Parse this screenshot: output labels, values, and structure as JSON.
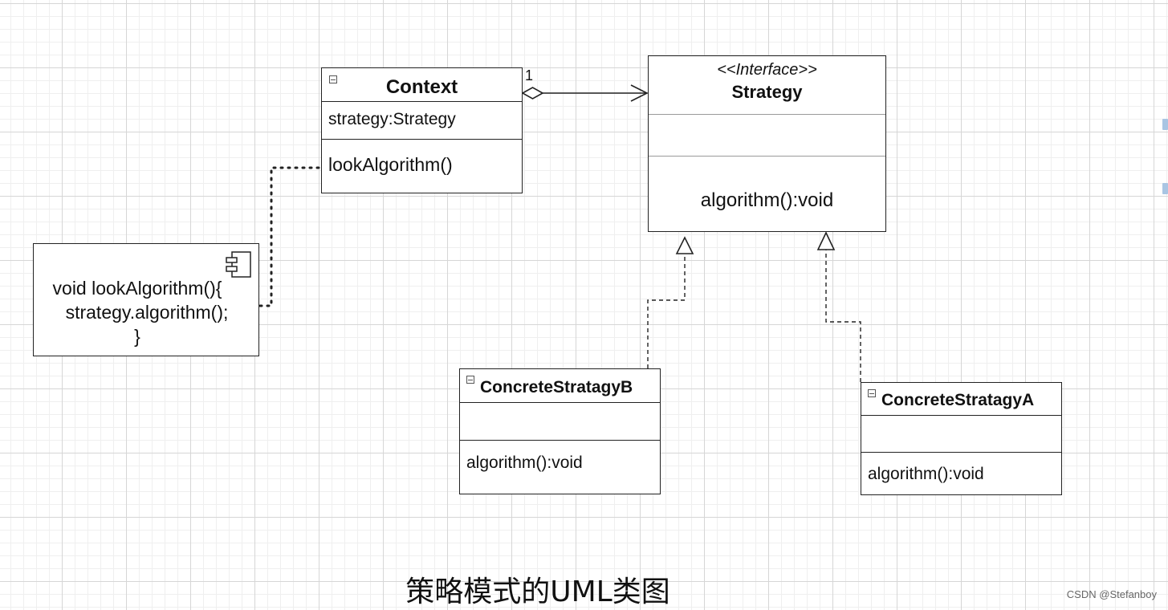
{
  "classes": {
    "context": {
      "name": "Context",
      "attribute": "strategy:Strategy",
      "operation": "lookAlgorithm()"
    },
    "strategy": {
      "stereotype": "<<Interface>>",
      "name": "Strategy",
      "operation": "algorithm():void"
    },
    "concrete_b": {
      "name": "ConcreteStratagyB",
      "attribute": "",
      "operation": "algorithm():void"
    },
    "concrete_a": {
      "name": "ConcreteStratagyA",
      "attribute": "",
      "operation": "algorithm():void"
    }
  },
  "association": {
    "multiplicity": "1"
  },
  "note": {
    "line1": "void lookAlgorithm(){",
    "line2": "strategy.algorithm();",
    "line3": "}"
  },
  "caption": "策略模式的UML类图",
  "watermark": "CSDN @Stefanboy",
  "colors": {
    "line": "#222222",
    "grid_major": "#d6d6d6",
    "grid_minor": "#efefef",
    "background": "#ffffff"
  },
  "icons": {
    "collapse": "minus-box-icon",
    "component": "component-icon"
  }
}
